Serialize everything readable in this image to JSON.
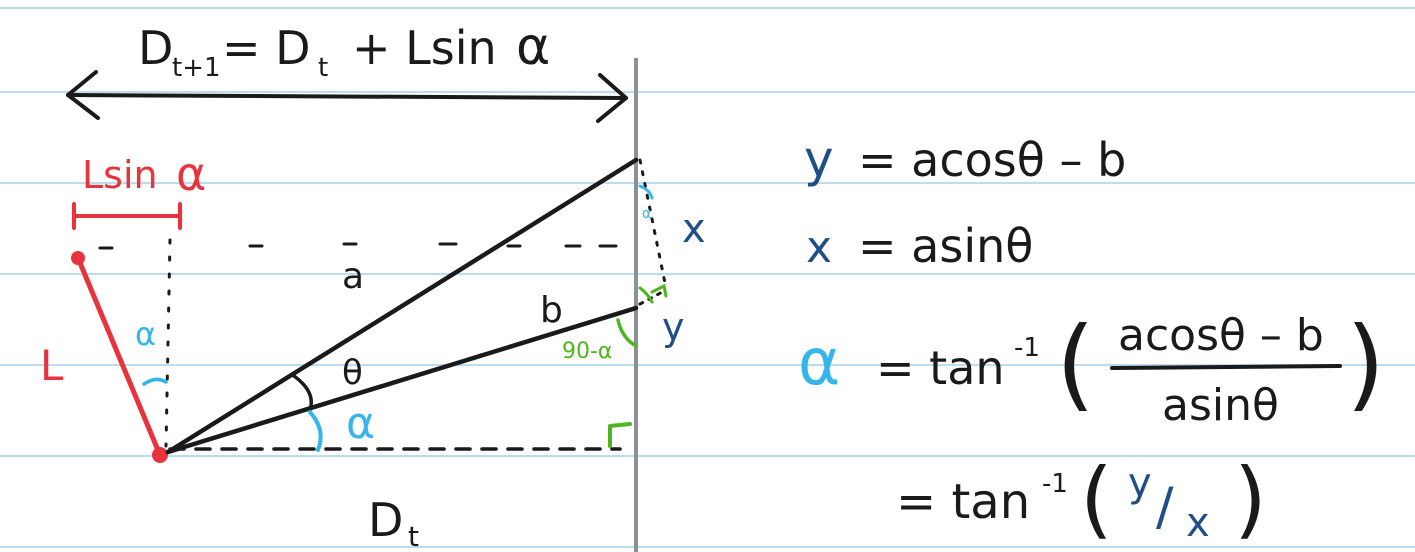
{
  "colors": {
    "paper": "#ffffff",
    "rule": "#bcdcf2",
    "ink": "#1a1a1a",
    "red": "#e8323c",
    "cyan": "#34b6ea",
    "green": "#4fb51f",
    "navy": "#1f4f86",
    "wall": "#8a9296"
  },
  "diagram": {
    "top_equation": {
      "D": "D",
      "sub_t1": "t+1",
      "eq_D": "= D",
      "sub_t": "t",
      "rest": "+ Lsin",
      "alpha": "α"
    },
    "lsin_label": {
      "text": "Lsin",
      "alpha": "α"
    },
    "L_label": "L",
    "alpha_small": "α",
    "a_label": "a",
    "b_label": "b",
    "theta_label": "θ",
    "alpha_big": "α",
    "angle_90": "90-α",
    "x_label": "x",
    "y_label": "y",
    "Dt": {
      "D": "D",
      "sub": "t"
    }
  },
  "equations": {
    "eq1": {
      "var": "y",
      "rhs": "= acosθ – b"
    },
    "eq2": {
      "var": "x",
      "rhs": "= asinθ"
    },
    "eq3": {
      "var": "α",
      "lhs": "= tan",
      "sup": "-1",
      "numerator": "acosθ – b",
      "denominator": "asinθ"
    },
    "eq4": {
      "lhs": "= tan",
      "sup": "-1",
      "num": "y",
      "slash": "/",
      "den": "x"
    }
  }
}
